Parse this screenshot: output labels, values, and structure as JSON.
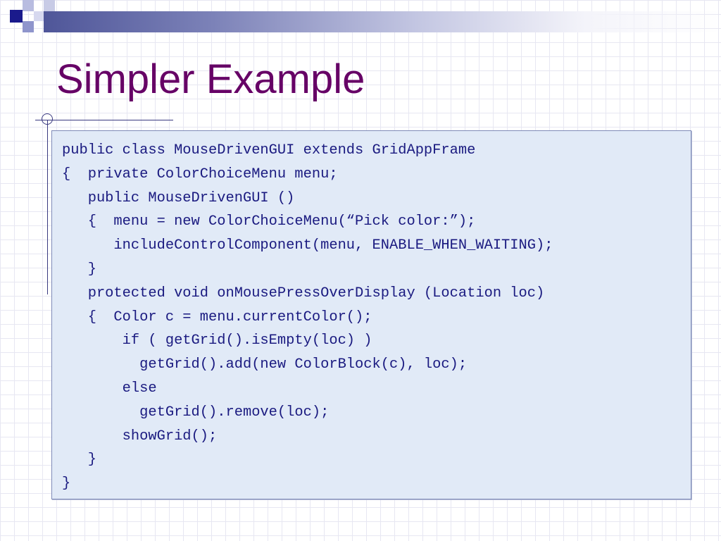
{
  "slide": {
    "title": "Simpler Example",
    "colors": {
      "title": "#660066",
      "code_text": "#1a1a80",
      "code_background": "#e1eaf7",
      "code_border": "#7f8bb8",
      "grid": "#e7e7f2",
      "accent_dark": "#1a1a8c"
    },
    "code": {
      "language": "java",
      "lines": [
        "public class MouseDrivenGUI extends GridAppFrame",
        "{  private ColorChoiceMenu menu;",
        "   public MouseDrivenGUI ()",
        "   {  menu = new ColorChoiceMenu(“Pick color:”);",
        "      includeControlComponent(menu, ENABLE_WHEN_WAITING);",
        "   }",
        "   protected void onMousePressOverDisplay (Location loc)",
        "   {  Color c = menu.currentColor();",
        "       if ( getGrid().isEmpty(loc) )",
        "         getGrid().add(new ColorBlock(c), loc);",
        "       else",
        "         getGrid().remove(loc);",
        "       showGrid();",
        "   }",
        "}"
      ]
    }
  }
}
